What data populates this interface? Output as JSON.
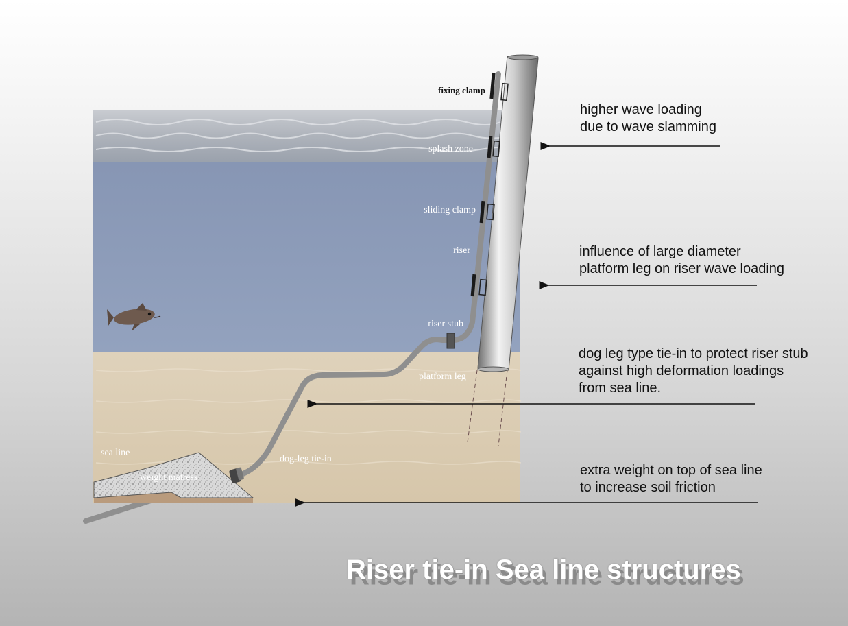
{
  "labels": {
    "fixing_clamp": "fixing clamp",
    "splash_zone": "splash zone",
    "sliding_clamp": "sliding clamp",
    "riser": "riser",
    "riser_stub": "riser stub",
    "platform_leg": "platform leg",
    "sea_line": "sea line",
    "weight_matress": "weight matress",
    "dog_leg_tie_in": "dog-leg tie-in"
  },
  "notes": {
    "wave_slamming": [
      "higher wave loading",
      "due to wave slamming"
    ],
    "platform_influence": [
      "influence of large diameter",
      "platform leg on riser wave loading"
    ],
    "dog_leg": [
      "dog leg type tie-in to protect riser stub",
      "against high deformation loadings",
      "from sea line."
    ],
    "extra_weight": [
      "extra weight on top of sea line",
      "to increase soil friction"
    ]
  },
  "title": "Riser tie-in Sea line structures",
  "colors": {
    "splash": "#b9bec6",
    "water": "#8d9cba",
    "seabed": "#dccdb4",
    "pipe": "#8f8f8f",
    "clamp": "#1a1a1a"
  },
  "icons": {
    "fish": "fish-icon"
  }
}
